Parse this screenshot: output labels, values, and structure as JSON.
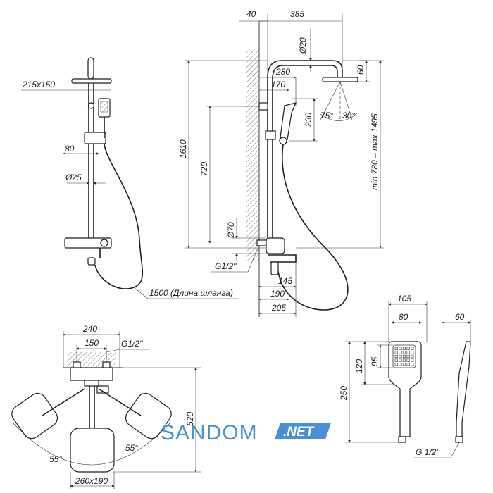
{
  "front_view": {
    "overhead_size": "215x150",
    "bar_offset": "80",
    "bar_diameter": "Ø25",
    "hose_length": "1500 (Длина шланга)"
  },
  "side_view": {
    "wall_offset": "40",
    "arm_reach": "385",
    "arm_diameter": "Ø20",
    "head_height": "60",
    "dist_280": "280",
    "dist_170": "170",
    "hand_height": "230",
    "angle_left": "75°",
    "angle_right": "30°",
    "total_height": "1610",
    "bracket_height": "720",
    "adjust_range": "min 780 – max 1495",
    "mixer_diameter": "Ø70",
    "inlet_thread": "G1/2''",
    "spout_145": "145",
    "spout_190": "190",
    "spout_205": "205"
  },
  "top_view": {
    "mixer_width": "240",
    "inlet_spacing": "150",
    "inlet_thread": "G1/2''",
    "depth": "520",
    "angle_left": "55°",
    "angle_right": "55°",
    "head_size": "260x190"
  },
  "hand_shower": {
    "width_total": "105",
    "width_face": "80",
    "depth": "60",
    "total_length": "250",
    "head_length": "120",
    "face_length": "95",
    "thread": "G 1/2''"
  },
  "watermark": {
    "brand": "SANDOM",
    "suffix": ".NET",
    "color_brand": "#4a8fd0",
    "color_badge": "#4a8fd0"
  }
}
